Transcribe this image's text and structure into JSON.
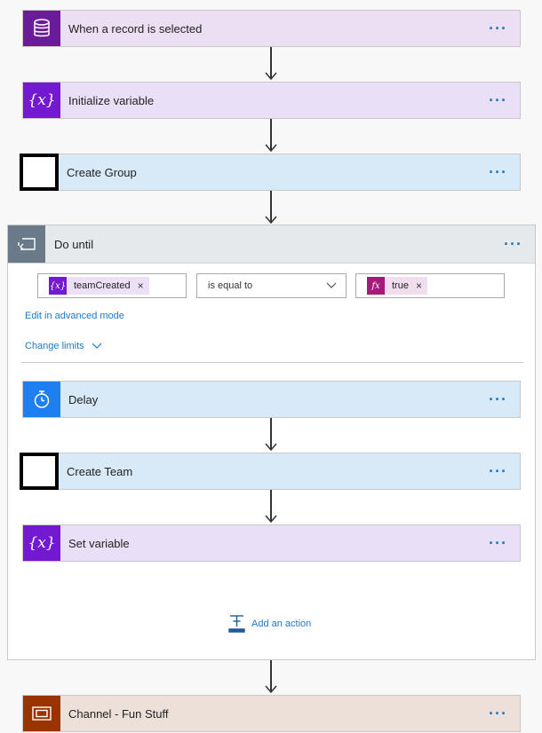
{
  "steps": {
    "trigger": {
      "title": "When a record is selected",
      "icon": "database-icon",
      "more": "···"
    },
    "init_var": {
      "title": "Initialize variable",
      "icon": "variable-icon",
      "more": "···"
    },
    "create_group": {
      "title": "Create Group",
      "icon": "blank-icon",
      "more": "···"
    },
    "channel": {
      "title": "Channel - Fun Stuff",
      "icon": "channel-icon",
      "more": "···"
    }
  },
  "do_until": {
    "title": "Do until",
    "icon": "loop-icon",
    "more": "···",
    "condition": {
      "left_token": "teamCreated",
      "operator": "is equal to",
      "right_token": "true",
      "remove_glyph": "×"
    },
    "edit_advanced": "Edit in advanced mode",
    "change_limits": "Change limits",
    "actions": [
      {
        "title": "Delay",
        "icon": "timer-icon",
        "more": "···"
      },
      {
        "title": "Create Team",
        "icon": "blank-icon",
        "more": "···"
      },
      {
        "title": "Set variable",
        "icon": "variable-icon",
        "more": "···"
      }
    ],
    "add_action": "Add an action"
  },
  "colors": {
    "accent_link": "#1f7ac6",
    "trigger_icon": "#6a1b9a",
    "variable_icon": "#7319d1",
    "delay_icon": "#1e7ff0",
    "loop_icon": "#6b7a89",
    "channel_icon": "#993300",
    "expression_icon": "#a4197a"
  }
}
